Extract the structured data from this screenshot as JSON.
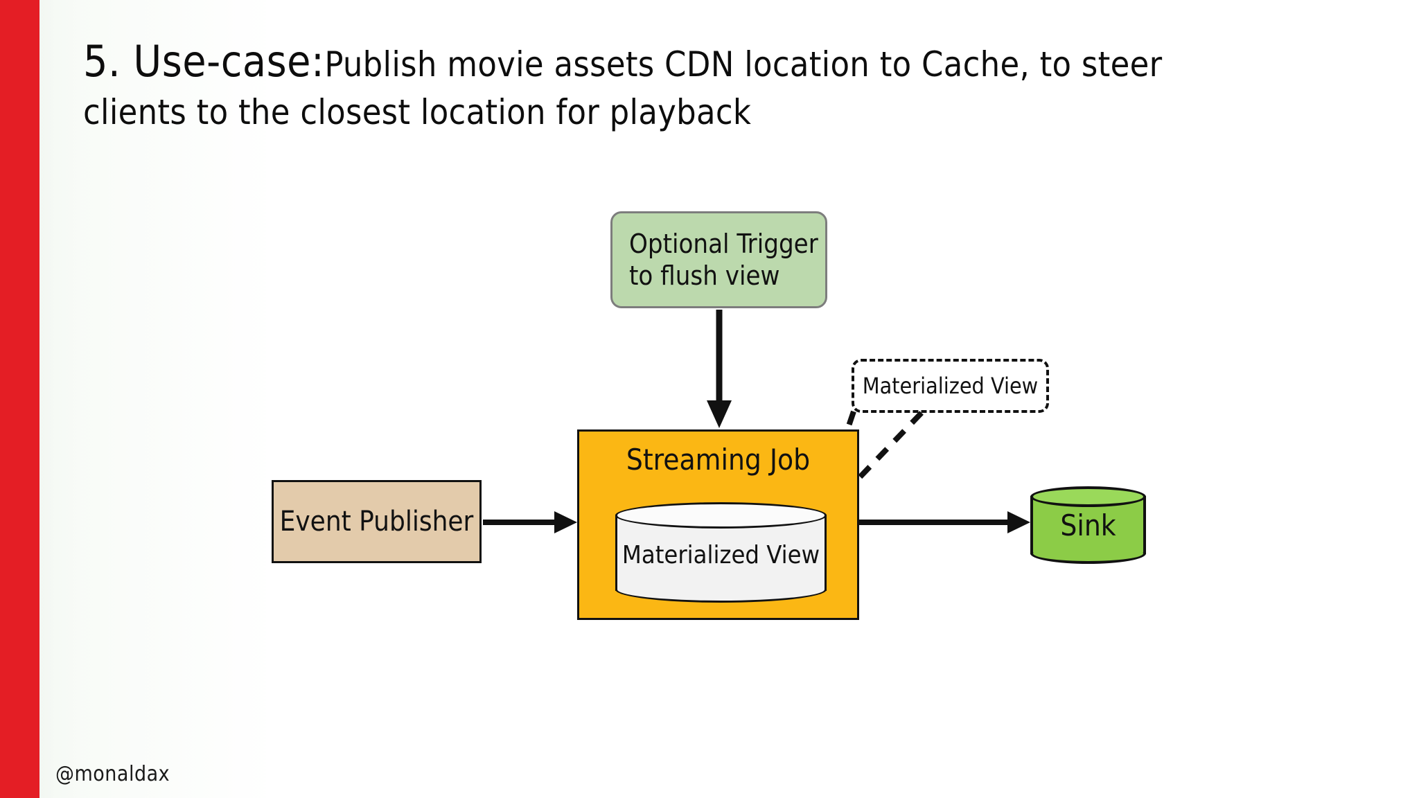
{
  "slide": {
    "accent_color": "#e41e25",
    "background_color": "#ffffff",
    "title": {
      "number": "5. Use-case:",
      "line1_rest": "Publish movie assets CDN location to Cache,  to steer",
      "line2": "clients to the closest location for playback"
    },
    "handle": "@monaldax"
  },
  "diagram": {
    "type": "flow-diagram",
    "nodes": [
      {
        "id": "optional-trigger",
        "label_line1": "Optional Trigger",
        "label_line2": "to flush view",
        "shape": "rounded-rectangle",
        "fill": "#bcd9ad",
        "stroke": "#7d7d7d"
      },
      {
        "id": "event-publisher",
        "label": "Event Publisher",
        "shape": "rectangle",
        "fill": "#e3cbab",
        "stroke": "#111111"
      },
      {
        "id": "streaming-job",
        "label": "Streaming Job",
        "shape": "rectangle",
        "fill": "#fbb714",
        "stroke": "#111111"
      },
      {
        "id": "materialized-view-cylinder",
        "label": "Materialized View",
        "shape": "cylinder",
        "fill": "#f2f2f2",
        "stroke": "#111111"
      },
      {
        "id": "sink",
        "label": "Sink",
        "shape": "cylinder",
        "fill": "#8ccc47",
        "stroke": "#111111"
      },
      {
        "id": "materialized-view-callout",
        "label": "Materialized View",
        "shape": "dashed-rounded-rectangle",
        "fill": "transparent",
        "stroke": "#111111"
      }
    ],
    "edges": [
      {
        "from": "optional-trigger",
        "to": "streaming-job",
        "style": "solid-arrow"
      },
      {
        "from": "event-publisher",
        "to": "streaming-job",
        "style": "solid-arrow"
      },
      {
        "from": "streaming-job",
        "to": "sink",
        "style": "solid-arrow"
      },
      {
        "from": "materialized-view-callout",
        "to": "materialized-view-cylinder",
        "style": "dashed-arrow"
      }
    ]
  }
}
